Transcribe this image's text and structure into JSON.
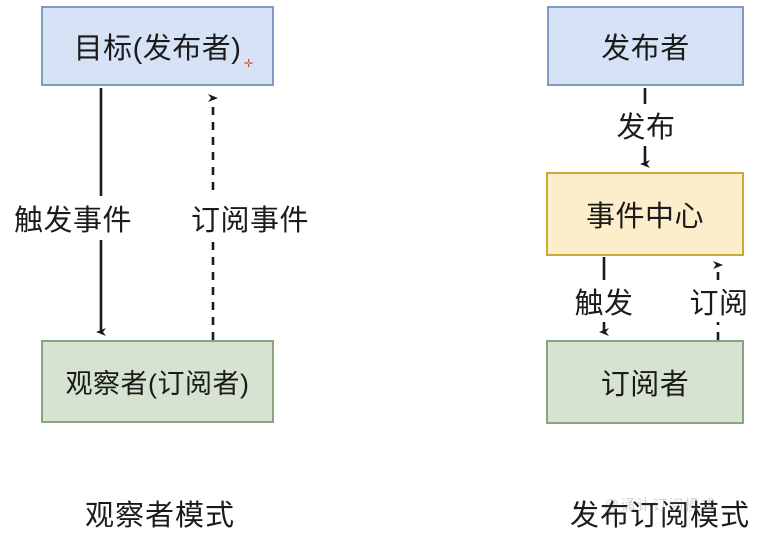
{
  "diagram": {
    "title_left": "观察者模式",
    "title_right": "发布订阅模式",
    "watermark": "@诵讣订阅模式",
    "colors": {
      "blue_fill": "#d6e2f6",
      "blue_border": "#8299c4",
      "green_fill": "#d6e3d1",
      "green_border": "#8aa480",
      "yellow_fill": "#fdeecb",
      "yellow_border": "#c9a83c",
      "line": "#1b1b1b",
      "text": "#1b1b1b",
      "red_marker": "#e03e2d"
    },
    "left_panel": {
      "nodes": [
        {
          "id": "subject",
          "label": "目标(发布者)",
          "style": "blue"
        },
        {
          "id": "observer",
          "label": "观察者(订阅者)",
          "style": "green"
        }
      ],
      "edges": [
        {
          "id": "trigger",
          "label": "触发事件",
          "from": "subject",
          "to": "observer",
          "line": "solid",
          "direction": "down"
        },
        {
          "id": "subscribe",
          "label": "订阅事件",
          "from": "observer",
          "to": "subject",
          "line": "dashed",
          "direction": "up"
        }
      ],
      "caption": "观察者模式"
    },
    "right_panel": {
      "nodes": [
        {
          "id": "publisher",
          "label": "发布者",
          "style": "blue"
        },
        {
          "id": "event-center",
          "label": "事件中心",
          "style": "yellow"
        },
        {
          "id": "subscriber",
          "label": "订阅者",
          "style": "green"
        }
      ],
      "edges": [
        {
          "id": "publish",
          "label": "发布",
          "from": "publisher",
          "to": "event-center",
          "line": "solid",
          "direction": "down"
        },
        {
          "id": "trigger",
          "label": "触发",
          "from": "event-center",
          "to": "subscriber",
          "line": "solid",
          "direction": "down"
        },
        {
          "id": "subscribe",
          "label": "订阅",
          "from": "subscriber",
          "to": "event-center",
          "line": "dashed",
          "direction": "up"
        }
      ],
      "caption": "发布订阅模式"
    }
  }
}
